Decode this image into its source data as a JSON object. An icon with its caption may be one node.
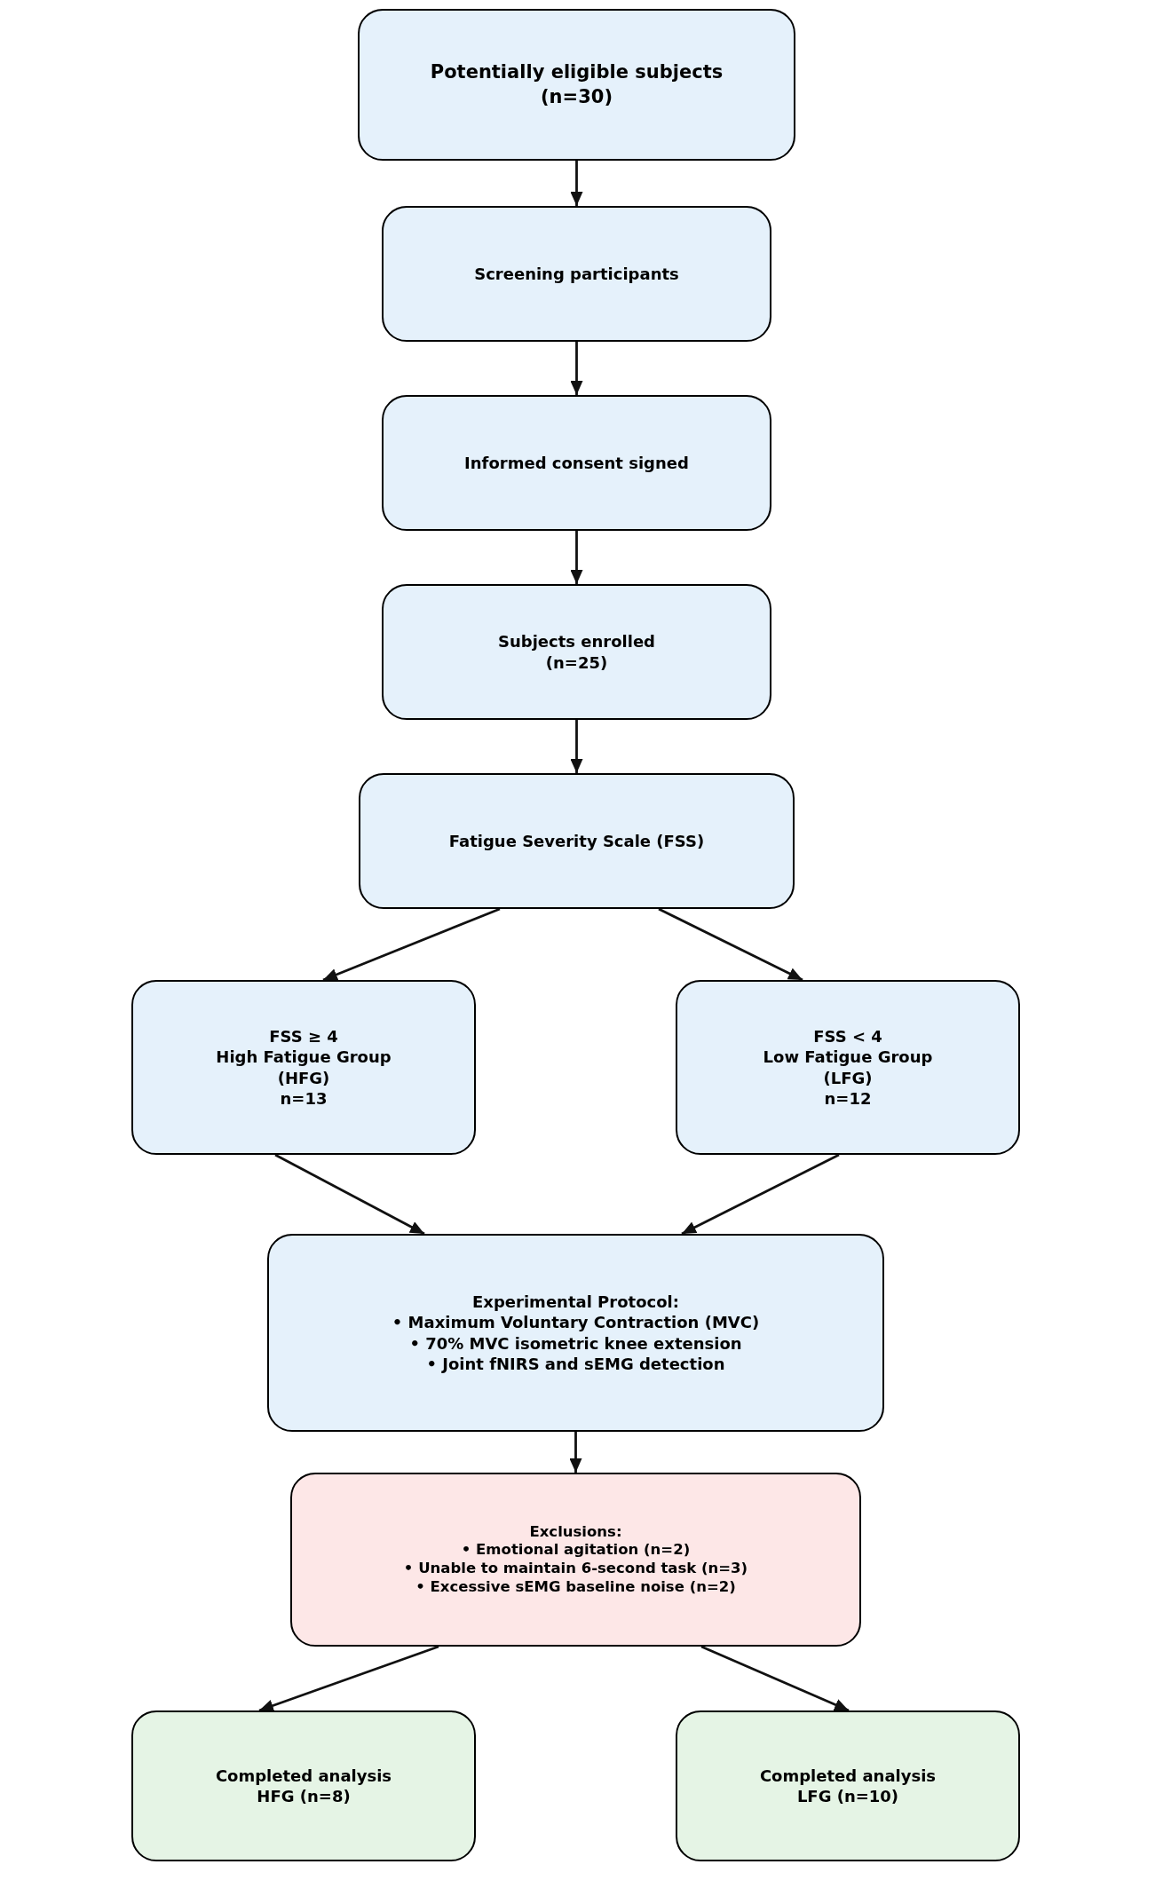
{
  "diagram": {
    "nodes": [
      {
        "text": [
          "Potentially eligible subjects",
          "(n=30)"
        ]
      },
      {
        "text": [
          "Screening participants"
        ]
      },
      {
        "text": [
          "Informed consent signed"
        ]
      },
      {
        "text": [
          "Subjects enrolled",
          "(n=25)"
        ]
      },
      {
        "text": [
          "Fatigue Severity Scale (FSS)"
        ]
      },
      {
        "text": [
          "FSS ≥ 4",
          "High Fatigue Group",
          "(HFG)",
          "n=13"
        ]
      },
      {
        "text": [
          "FSS < 4",
          "Low Fatigue Group",
          "(LFG)",
          "n=12"
        ]
      },
      {
        "text": [
          "Experimental Protocol:",
          "• Maximum Voluntary Contraction (MVC)",
          "• 70% MVC isometric knee extension",
          "• Joint fNIRS and sEMG detection"
        ]
      },
      {
        "text": [
          "Exclusions:",
          "• Emotional agitation (n=2)",
          "• Unable to maintain 6-second task (n=3)",
          "• Excessive sEMG baseline noise (n=2)"
        ]
      },
      {
        "text": [
          "Completed analysis",
          "HFG (n=8)"
        ]
      },
      {
        "text": [
          "Completed analysis",
          "LFG (n=10)"
        ]
      }
    ],
    "edges": [
      {
        "from": 0,
        "to": 1,
        "arrow": "to"
      },
      {
        "from": 1,
        "to": 2,
        "arrow": "to"
      },
      {
        "from": 2,
        "to": 3,
        "arrow": "to"
      },
      {
        "from": 3,
        "to": 4,
        "arrow": "to"
      },
      {
        "from": 4,
        "to": 5,
        "arrow": "to"
      },
      {
        "from": 4,
        "to": 6,
        "arrow": "to"
      },
      {
        "from": 5,
        "to": 7,
        "arrow": "to"
      },
      {
        "from": 6,
        "to": 7,
        "arrow": "to"
      },
      {
        "from": 7,
        "to": 8,
        "arrow": "to"
      },
      {
        "from": 8,
        "to": 9,
        "arrow": "to"
      },
      {
        "from": 8,
        "to": 10,
        "arrow": "to"
      }
    ]
  }
}
